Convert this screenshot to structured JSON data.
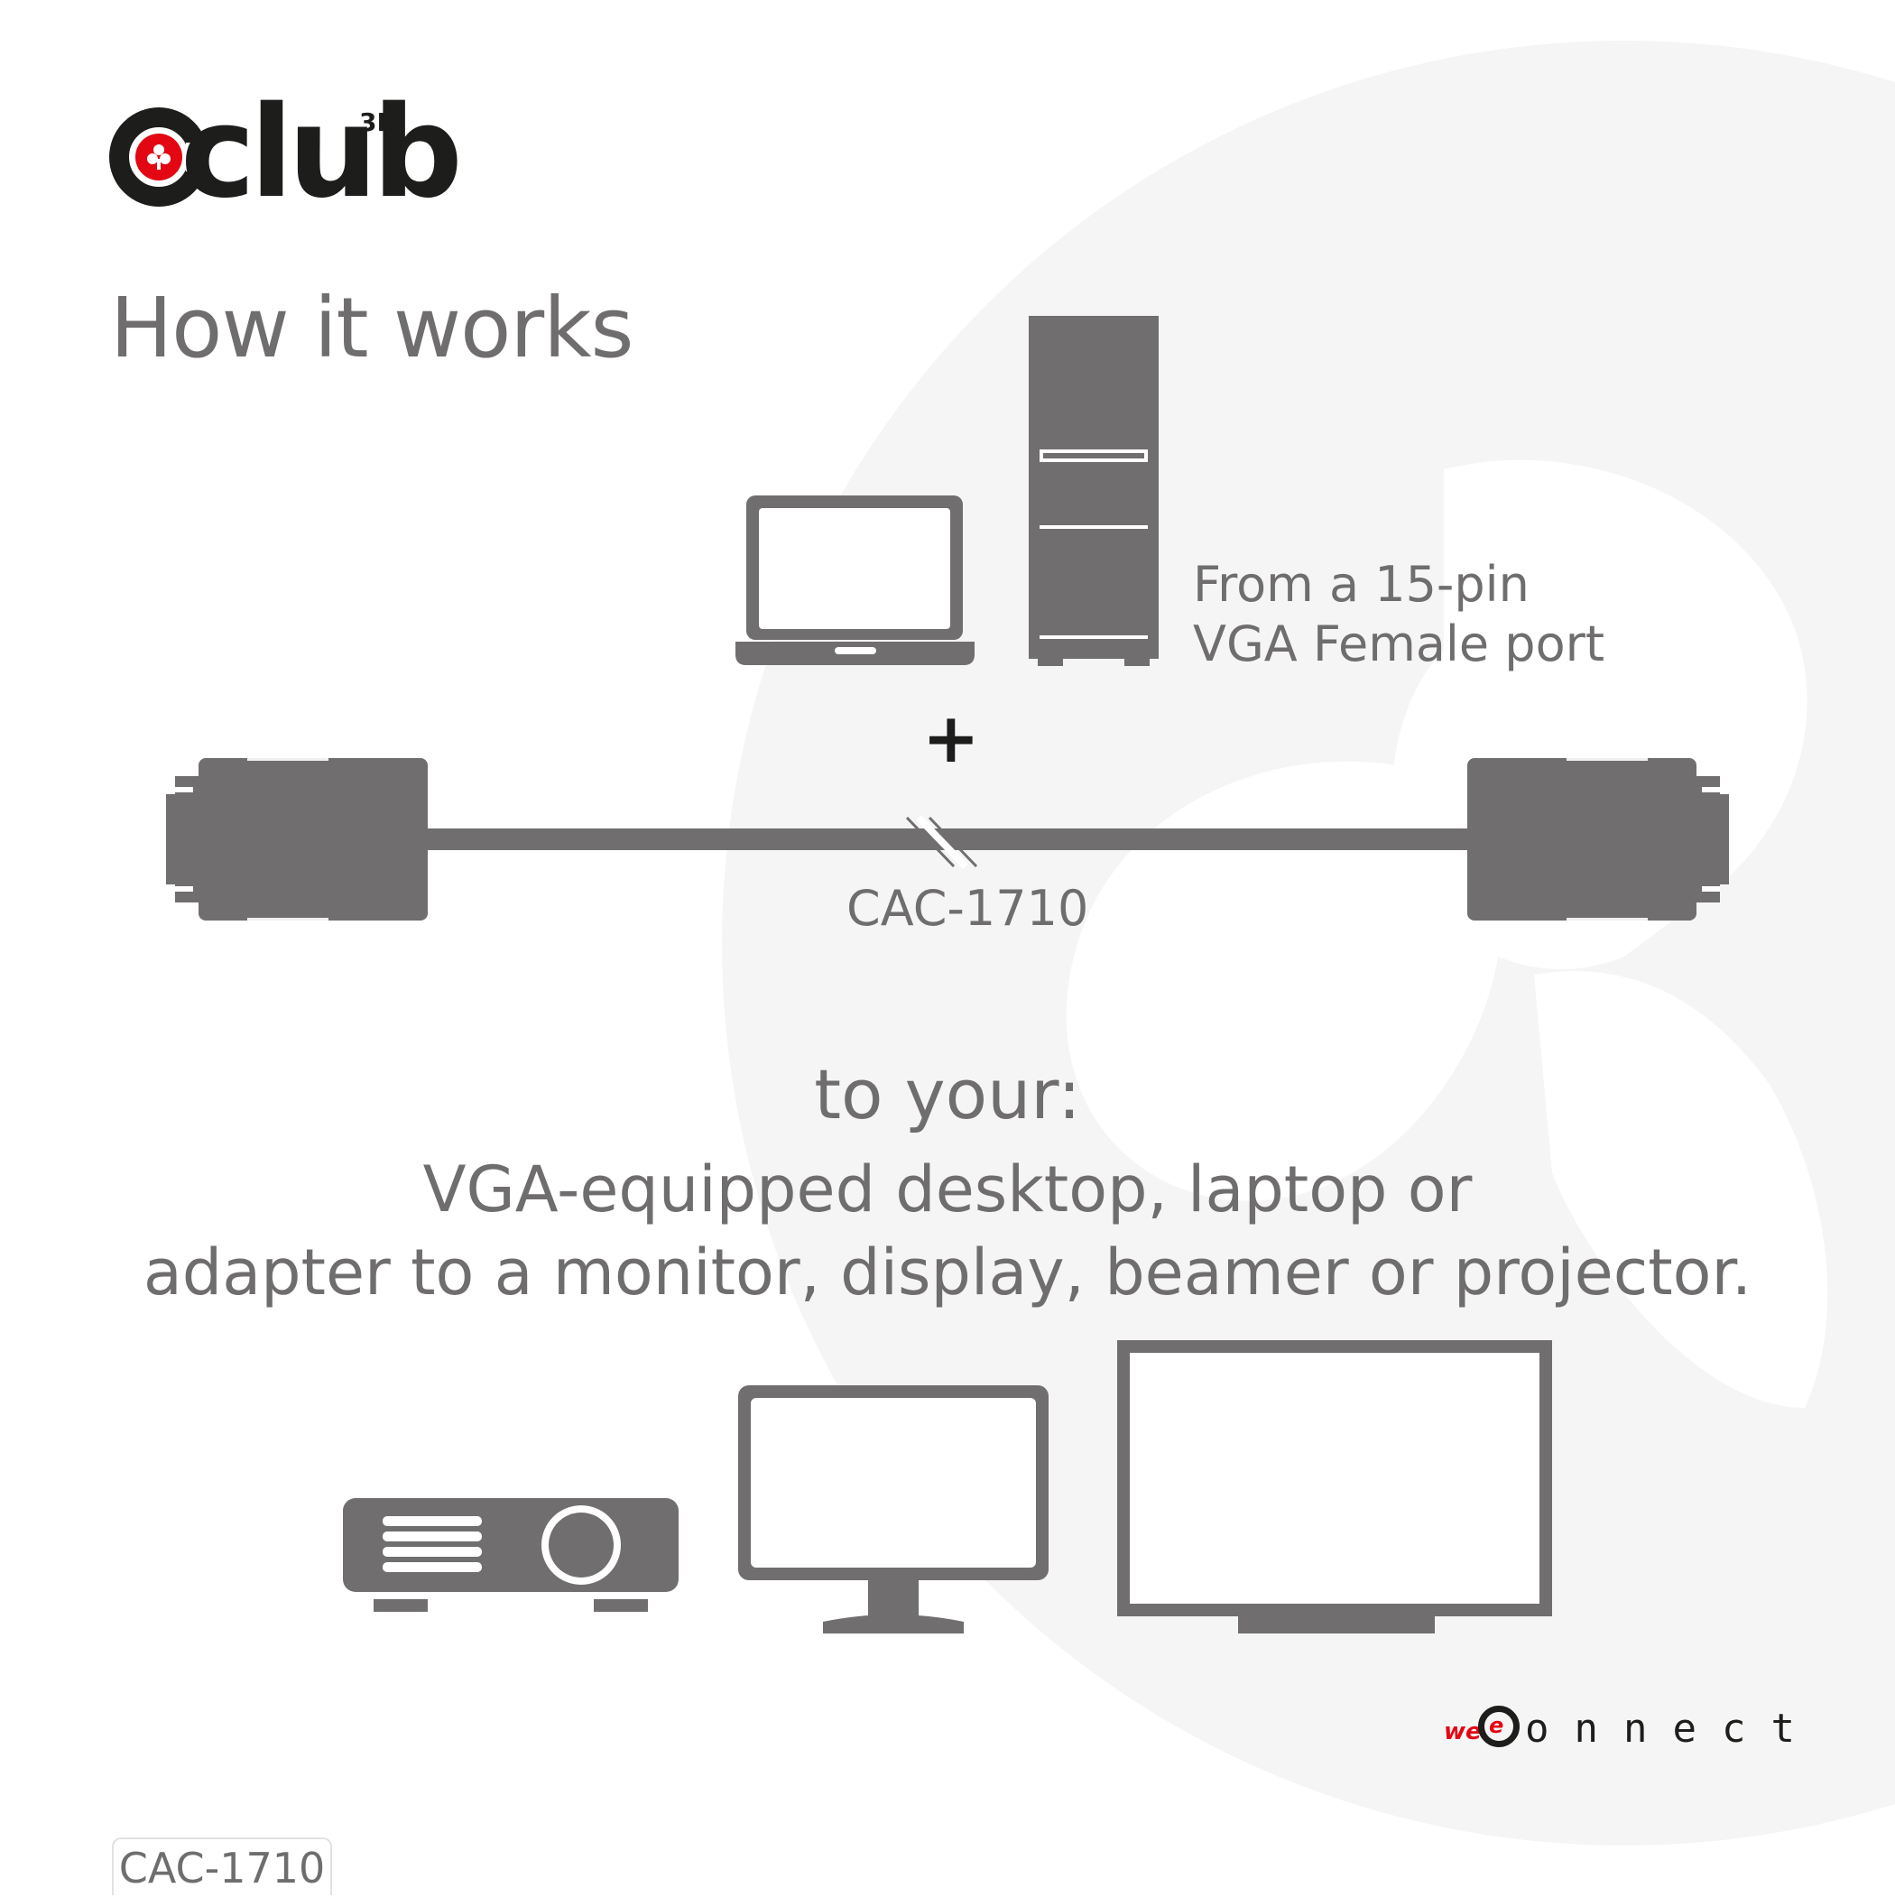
{
  "brand": {
    "logo_text": "club",
    "logo_sup": "3D"
  },
  "heading": "How it works",
  "source": {
    "line1": "From a 15-pin",
    "line2": "VGA Female port"
  },
  "plus": "+",
  "cable_label": "CAC-1710",
  "target": {
    "intro": "to your:",
    "line1": "VGA-equipped desktop, laptop or",
    "line2": "adapter to a monitor, display, beamer or projector."
  },
  "footer": {
    "brand_prefix": "we",
    "brand_c_inner": "e",
    "brand_rest": "onnect",
    "sku": "CAC-1710"
  },
  "colors": {
    "icon_gray": "#706e6f",
    "logo_black": "#1d1d1b",
    "accent_red": "#e30613",
    "bg_mark": "#f5f5f5"
  },
  "icons": [
    "laptop-icon",
    "desktop-tower-icon",
    "vga-connector-icon",
    "projector-icon",
    "monitor-icon",
    "tv-icon"
  ]
}
